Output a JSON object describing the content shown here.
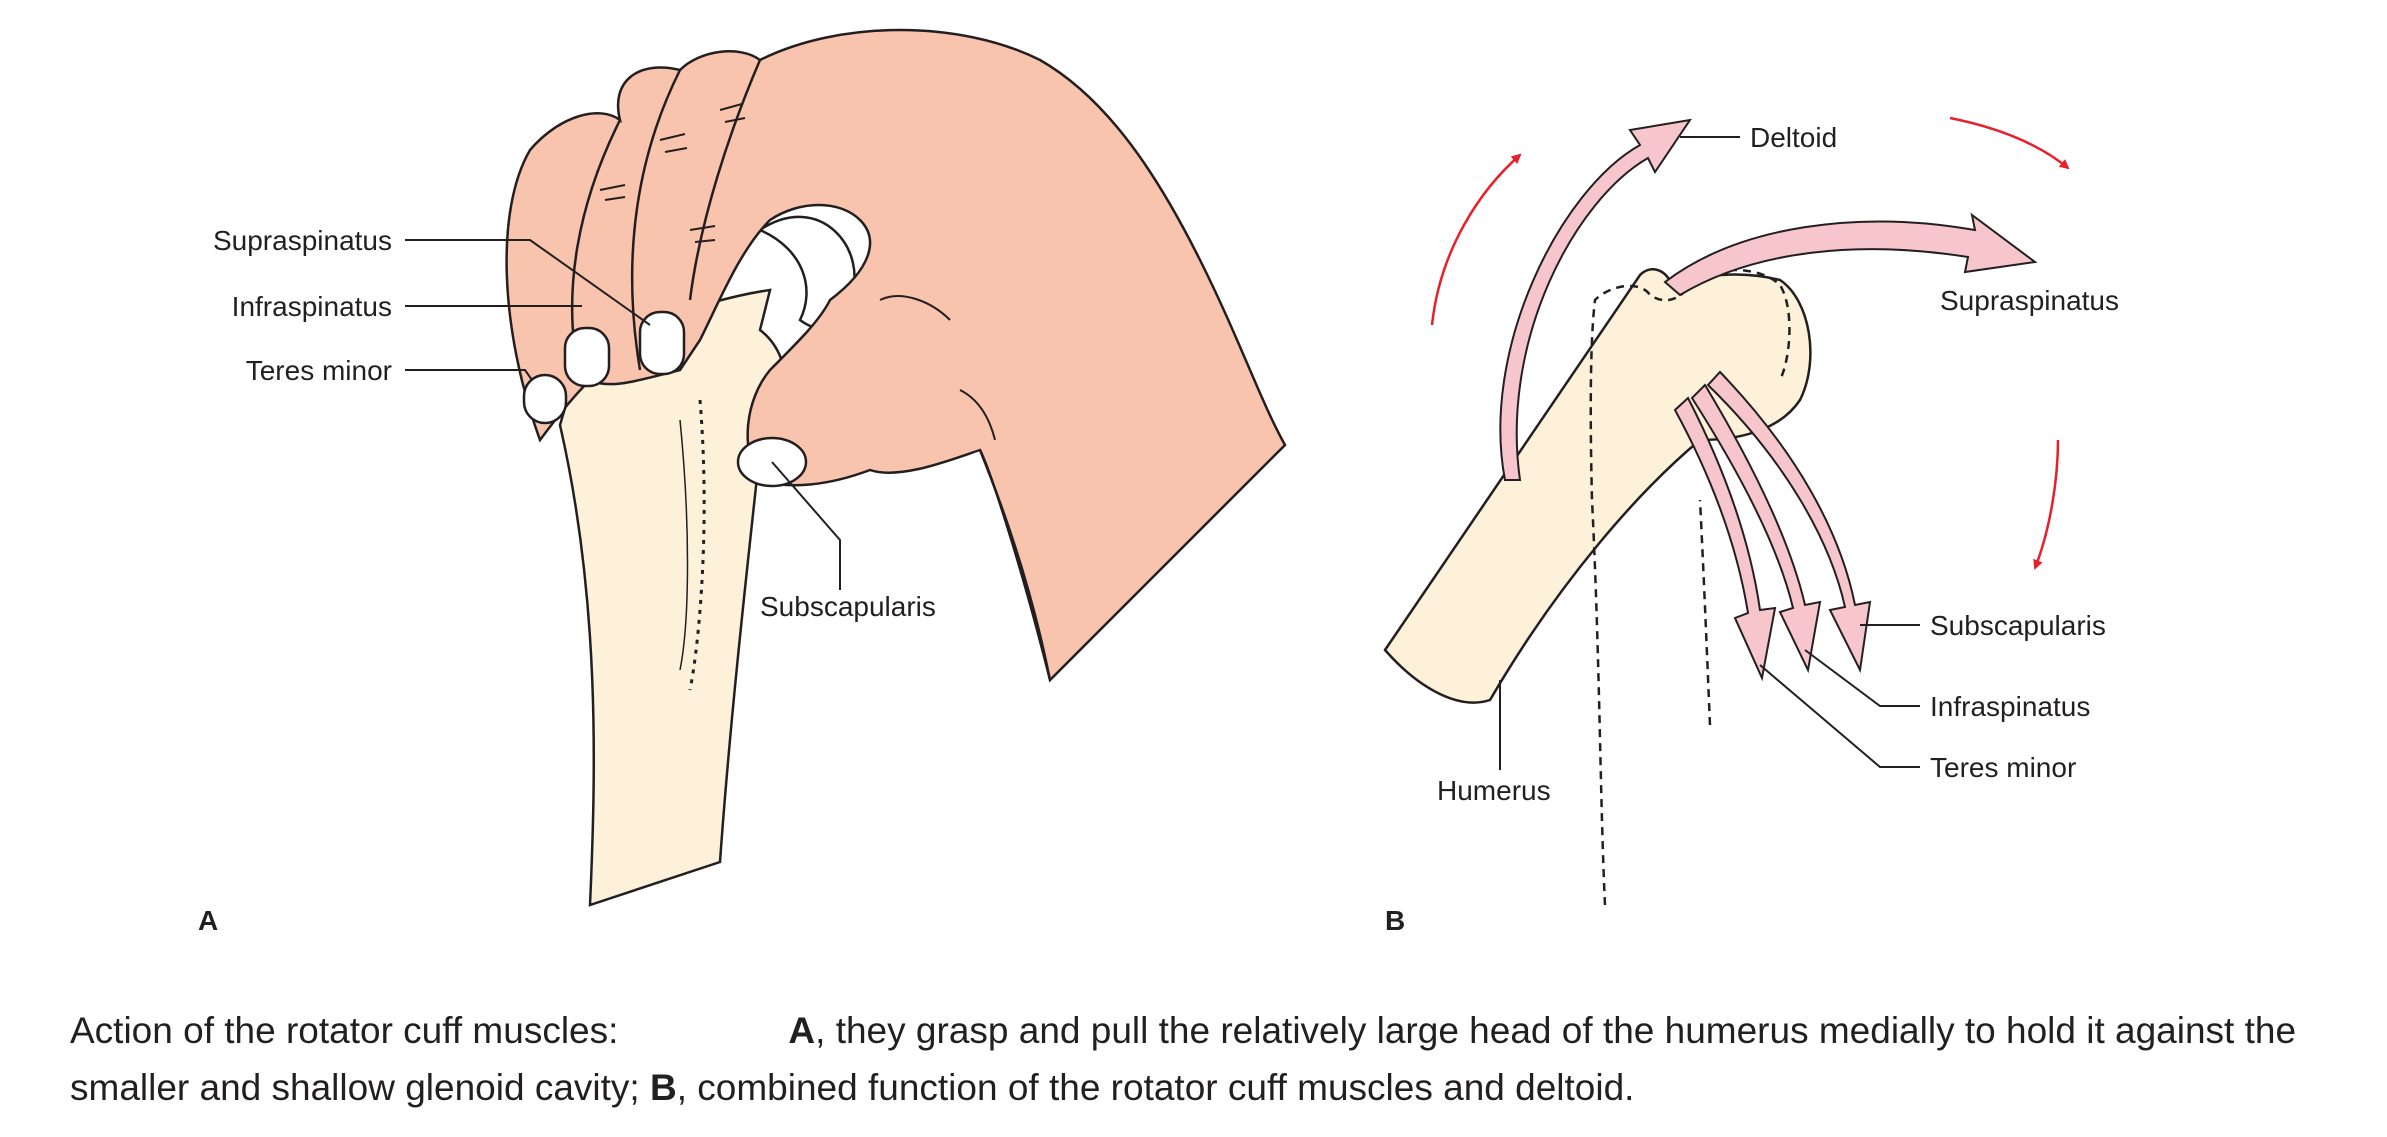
{
  "panel_a": {
    "letter": "A",
    "labels": {
      "supraspinatus": "Supraspinatus",
      "infraspinatus": "Infraspinatus",
      "teres_minor": "Teres minor",
      "subscapularis": "Subscapularis"
    }
  },
  "panel_b": {
    "letter": "B",
    "labels": {
      "deltoid": "Deltoid",
      "supraspinatus": "Supraspinatus",
      "subscapularis": "Subscapularis",
      "infraspinatus": "Infraspinatus",
      "teres_minor": "Teres minor",
      "humerus": "Humerus"
    }
  },
  "caption": {
    "lead": "Action of the rotator cuff muscles:",
    "a_letter": "A",
    "a_text": ", they grasp and pull the relatively large head of the humerus medially to hold it against the smaller and shallow glenoid cavity; ",
    "b_letter": "B",
    "b_text": ", combined function of the rotator cuff muscles and deltoid."
  },
  "colors": {
    "skin": "#f9c4ad",
    "bone": "#fdf1da",
    "muscle_arrow": "#f7c6cc",
    "rotation_arrow": "#e8202a",
    "outline": "#231f20"
  }
}
